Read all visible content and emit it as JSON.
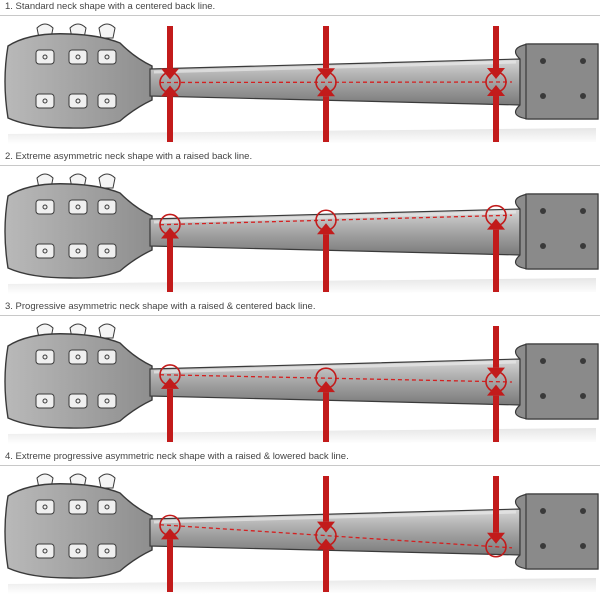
{
  "colors": {
    "accent": "#c21b1b",
    "outline": "#3a3a3a",
    "wood_light": "#c8c8c8",
    "wood_dark": "#808080",
    "backline": "#d42020",
    "reflection": "#ececec"
  },
  "panels": [
    {
      "caption": "1. Standard neck shape with a centered back line.",
      "arrows": [
        {
          "pos": "nut",
          "top": true,
          "bottom": true
        },
        {
          "pos": "middle",
          "top": true,
          "bottom": true
        },
        {
          "pos": "heel",
          "top": true,
          "bottom": true
        }
      ],
      "backline": {
        "start": "center",
        "end": "center"
      }
    },
    {
      "caption": "2. Extreme asymmetric neck shape with a raised back line.",
      "arrows": [
        {
          "pos": "nut",
          "top": false,
          "bottom": true
        },
        {
          "pos": "middle",
          "top": false,
          "bottom": true
        },
        {
          "pos": "heel",
          "top": false,
          "bottom": true
        }
      ],
      "backline": {
        "start": "raised",
        "end": "raised"
      }
    },
    {
      "caption": "3. Progressive asymmetric neck shape with a raised & centered back line.",
      "arrows": [
        {
          "pos": "nut",
          "top": false,
          "bottom": true
        },
        {
          "pos": "middle",
          "top": false,
          "bottom": true
        },
        {
          "pos": "heel",
          "top": true,
          "bottom": true
        }
      ],
      "backline": {
        "start": "raised",
        "end": "center"
      }
    },
    {
      "caption": "4. Extreme progressive asymmetric neck shape with a raised & lowered back line.",
      "arrows": [
        {
          "pos": "nut",
          "top": false,
          "bottom": true
        },
        {
          "pos": "middle",
          "top": true,
          "bottom": true
        },
        {
          "pos": "heel",
          "top": true,
          "bottom": false
        }
      ],
      "backline": {
        "start": "raised",
        "end": "lowered"
      }
    }
  ]
}
